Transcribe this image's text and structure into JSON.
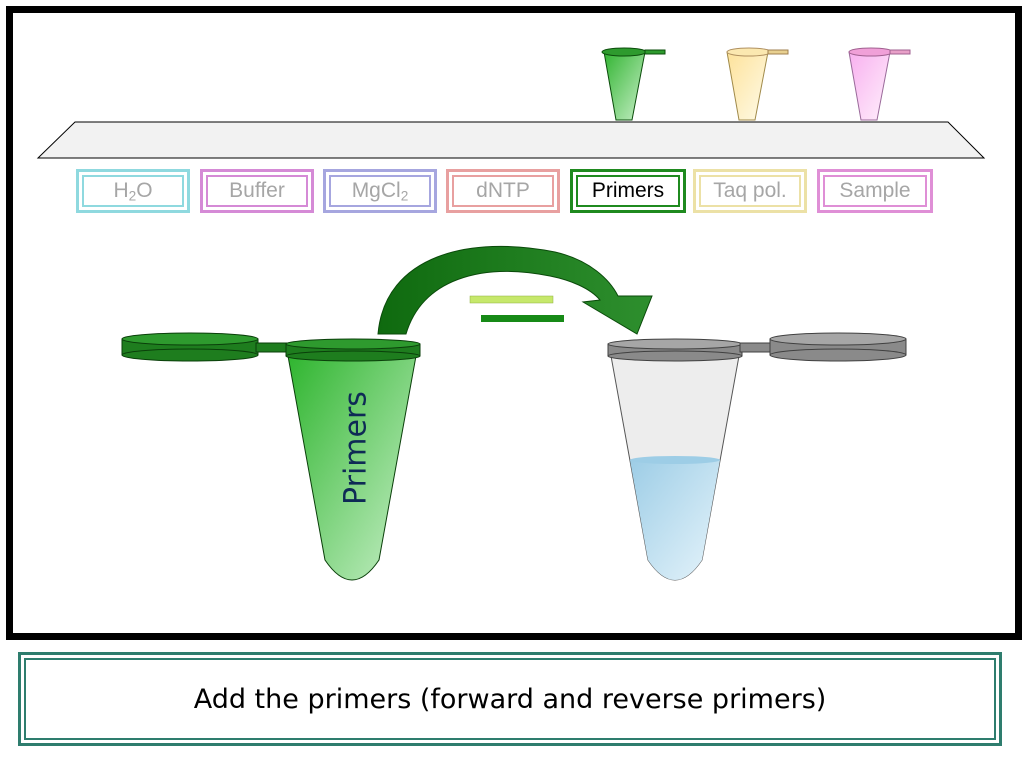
{
  "reagents": [
    {
      "label": "H",
      "sub": "2",
      "suffix": "O",
      "color": "#8fd9df",
      "active": false
    },
    {
      "label": "Buffer",
      "color": "#d58ad6",
      "active": false
    },
    {
      "label": "MgCl",
      "sub": "2",
      "suffix": "",
      "color": "#a6a6df",
      "active": false
    },
    {
      "label": "dNTP",
      "color": "#e8a0a0",
      "active": false
    },
    {
      "label": "Primers",
      "color": "#1f8a1f",
      "active": true
    },
    {
      "label": "Taq pol.",
      "color": "#ece1a6",
      "active": false
    },
    {
      "label": "Sample",
      "color": "#df8fd6",
      "active": false
    }
  ],
  "shelf_tubes": [
    {
      "name": "primers",
      "color": "#3fc13f",
      "cap": "#1e7a1e"
    },
    {
      "name": "taq",
      "color": "#fde8a6",
      "cap": "#e8c070"
    },
    {
      "name": "sample",
      "color": "#fbc2f2",
      "cap": "#e080c0"
    }
  ],
  "source_tube": {
    "label": "Primers",
    "color": "#2e9e2e"
  },
  "dest_tube": {
    "liquid_color": "#a7d3e9"
  },
  "primer_bars": {
    "forward_color": "#c6e86b",
    "reverse_color": "#178a17"
  },
  "caption": "Add the primers (forward and reverse primers)"
}
